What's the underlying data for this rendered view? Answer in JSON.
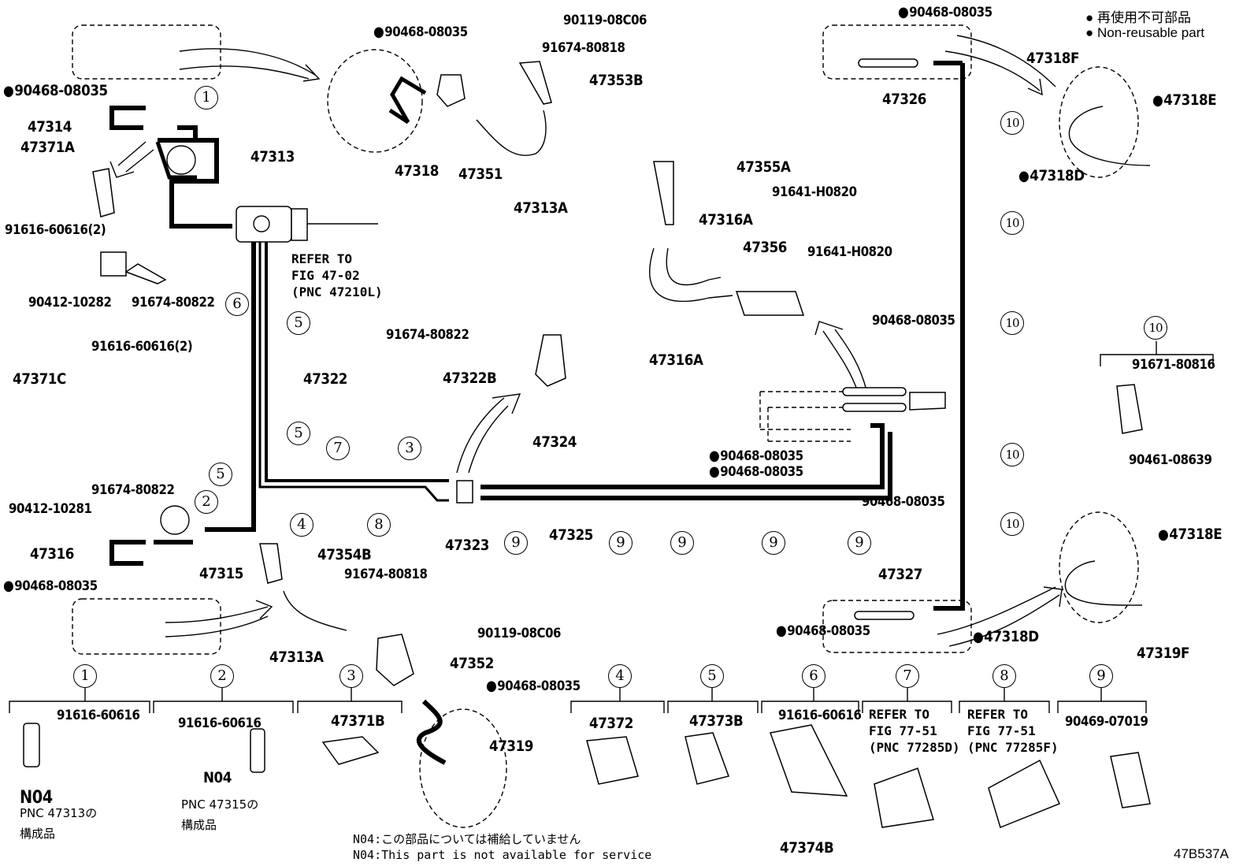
{
  "figure_id": "47B537A",
  "legend": {
    "non_reusable_jp": "再使用不可部品",
    "non_reusable_en": "Non-reusable part"
  },
  "notes": {
    "n04_jp": "N04:この部品については補給していません",
    "n04_en": "N04:This part is not available for service"
  },
  "callouts": [
    {
      "id": "c1",
      "label": "90468-08035",
      "non_reusable": true
    },
    {
      "id": "c2",
      "label": "47314",
      "non_reusable": false
    },
    {
      "id": "c3",
      "label": "47371A",
      "non_reusable": false
    },
    {
      "id": "c4",
      "label": "47313",
      "non_reusable": false
    },
    {
      "id": "c5",
      "label": "91616-60616(2)",
      "non_reusable": false
    },
    {
      "id": "c6",
      "label": "90412-10282",
      "non_reusable": false
    },
    {
      "id": "c7",
      "label": "91674-80822",
      "non_reusable": false
    },
    {
      "id": "c8",
      "label": "90468-08035",
      "non_reusable": true
    },
    {
      "id": "c9",
      "label": "90119-08C06",
      "non_reusable": false
    },
    {
      "id": "c10",
      "label": "91674-80818",
      "non_reusable": false
    },
    {
      "id": "c11",
      "label": "47353B",
      "non_reusable": false
    },
    {
      "id": "c12",
      "label": "47318",
      "non_reusable": false
    },
    {
      "id": "c13",
      "label": "47351",
      "non_reusable": false
    },
    {
      "id": "c14",
      "label": "47313A",
      "non_reusable": false
    },
    {
      "id": "c15",
      "label": "90468-08035",
      "non_reusable": true
    },
    {
      "id": "c16",
      "label": "47326",
      "non_reusable": false
    },
    {
      "id": "c17",
      "label": "47318F",
      "non_reusable": false
    },
    {
      "id": "c18",
      "label": "47318E",
      "non_reusable": true
    },
    {
      "id": "c19",
      "label": "47318D",
      "non_reusable": true
    },
    {
      "id": "c20",
      "label": "47355A",
      "non_reusable": false
    },
    {
      "id": "c21",
      "label": "91641-H0820",
      "non_reusable": false
    },
    {
      "id": "c22",
      "label": "47316A",
      "non_reusable": false
    },
    {
      "id": "c23",
      "label": "47356",
      "non_reusable": false
    },
    {
      "id": "c24",
      "label": "91641-H0820",
      "non_reusable": false
    },
    {
      "id": "c25",
      "label": "47316A",
      "non_reusable": false
    },
    {
      "id": "c26",
      "label": "91674-80822",
      "non_reusable": false
    },
    {
      "id": "c27",
      "label": "47322B",
      "non_reusable": false
    },
    {
      "id": "c28",
      "label": "47322",
      "non_reusable": false
    },
    {
      "id": "c29",
      "label": "90468-08035",
      "non_reusable": false
    },
    {
      "id": "c30",
      "label": "91671-80816",
      "non_reusable": false
    },
    {
      "id": "c31",
      "label": "90461-08639",
      "non_reusable": false
    },
    {
      "id": "c32",
      "label": "47371C",
      "non_reusable": false
    },
    {
      "id": "c33",
      "label": "91616-60616(2)",
      "non_reusable": false
    },
    {
      "id": "c34",
      "label": "90412-10281",
      "non_reusable": false
    },
    {
      "id": "c35",
      "label": "91674-80822",
      "non_reusable": false
    },
    {
      "id": "c36",
      "label": "47324",
      "non_reusable": false
    },
    {
      "id": "c37",
      "label": "90468-08035",
      "non_reusable": true
    },
    {
      "id": "c38",
      "label": "90468-08035",
      "non_reusable": true
    },
    {
      "id": "c39",
      "label": "90468-08035",
      "non_reusable": false
    },
    {
      "id": "c40",
      "label": "47316",
      "non_reusable": false
    },
    {
      "id": "c41",
      "label": "90468-08035",
      "non_reusable": true
    },
    {
      "id": "c42",
      "label": "47315",
      "non_reusable": false
    },
    {
      "id": "c43",
      "label": "47354B",
      "non_reusable": false
    },
    {
      "id": "c44",
      "label": "91674-80818",
      "non_reusable": false
    },
    {
      "id": "c45",
      "label": "47313A",
      "non_reusable": false
    },
    {
      "id": "c46",
      "label": "47323",
      "non_reusable": false
    },
    {
      "id": "c47",
      "label": "47325",
      "non_reusable": false
    },
    {
      "id": "c48",
      "label": "47327",
      "non_reusable": false
    },
    {
      "id": "c49",
      "label": "47318E",
      "non_reusable": true
    },
    {
      "id": "c50",
      "label": "90468-08035",
      "non_reusable": true
    },
    {
      "id": "c51",
      "label": "47318D",
      "non_reusable": true
    },
    {
      "id": "c52",
      "label": "47319F",
      "non_reusable": false
    },
    {
      "id": "c53",
      "label": "90119-08C06",
      "non_reusable": false
    },
    {
      "id": "c54",
      "label": "47352",
      "non_reusable": false
    },
    {
      "id": "c55",
      "label": "90468-08035",
      "non_reusable": true
    },
    {
      "id": "c56",
      "label": "47319",
      "non_reusable": false
    }
  ],
  "refer_main": "REFER TO\nFIG 47-02\n(PNC 47210L)",
  "clamp_refs": {
    "r1": "1",
    "r2": "2",
    "r3": "3",
    "r4": "4",
    "r5": "5",
    "r6": "6",
    "r7": "7",
    "r8": "8",
    "r9": "9",
    "r10": "10"
  },
  "detail_groups": [
    {
      "ref": "1",
      "parts": [
        "91616-60616",
        "N04"
      ],
      "note_line1": "PNC 47313の",
      "note_line2": "構成品"
    },
    {
      "ref": "2",
      "parts": [
        "91616-60616",
        "N04"
      ],
      "note_line1": "PNC 47315の",
      "note_line2": "構成品"
    },
    {
      "ref": "3",
      "parts": [
        "47371B"
      ]
    },
    {
      "ref": "4",
      "parts": [
        "47372"
      ]
    },
    {
      "ref": "5",
      "parts": [
        "47373B"
      ]
    },
    {
      "ref": "6",
      "parts": [
        "91616-60616",
        "47374B"
      ]
    },
    {
      "ref": "7",
      "refer": "REFER TO\nFIG 77-51\n(PNC 77285D)"
    },
    {
      "ref": "8",
      "refer": "REFER TO\nFIG 77-51\n(PNC 77285F)"
    },
    {
      "ref": "9",
      "parts": [
        "90469-07019"
      ]
    },
    {
      "ref": "10",
      "parts": [
        "91671-80816",
        "90461-08639"
      ]
    }
  ]
}
